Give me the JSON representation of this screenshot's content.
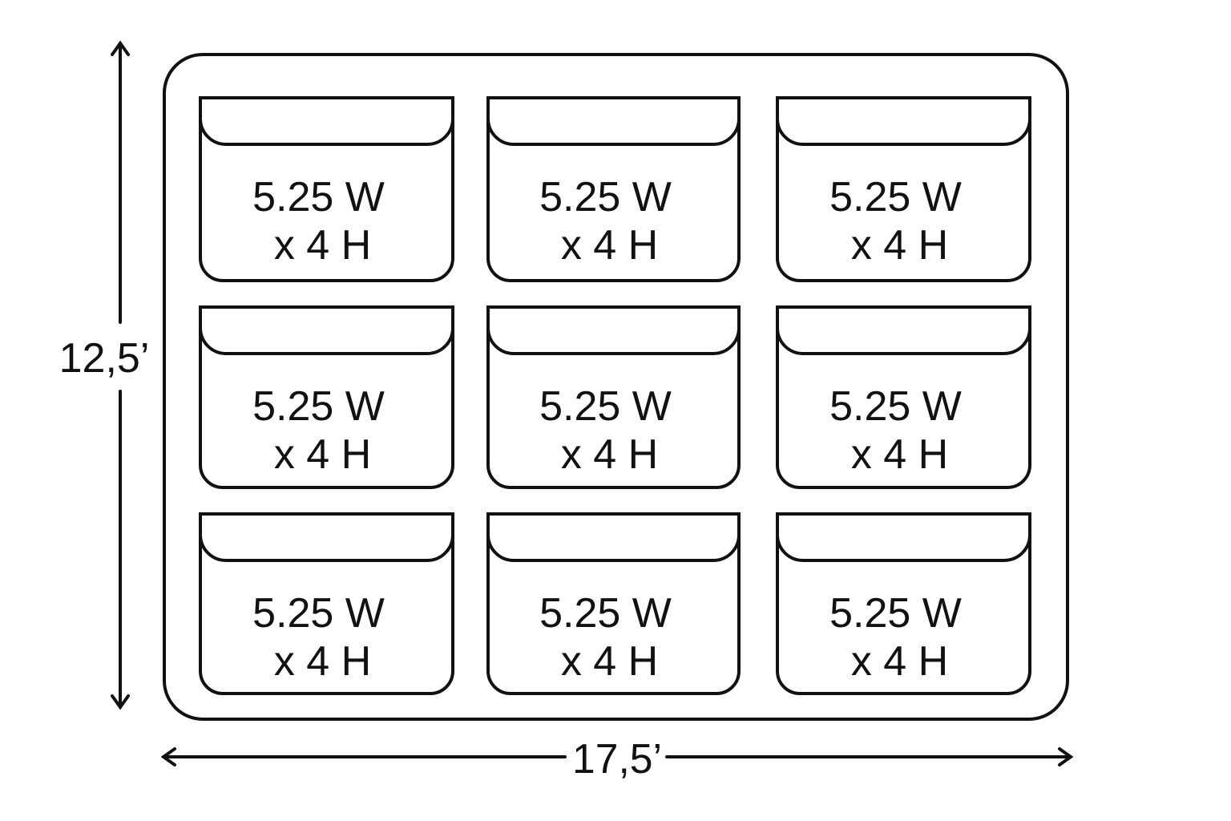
{
  "diagram": {
    "height_label": "12,5’",
    "width_label": "17,5’",
    "grid": {
      "rows": 3,
      "columns": 3
    },
    "cells": [
      {
        "line1": "5.25 W",
        "line2": "x 4 H"
      },
      {
        "line1": "5.25 W",
        "line2": "x 4 H"
      },
      {
        "line1": "5.25 W",
        "line2": "x 4 H"
      },
      {
        "line1": "5.25 W",
        "line2": "x 4 H"
      },
      {
        "line1": "5.25 W",
        "line2": "x 4 H"
      },
      {
        "line1": "5.25 W",
        "line2": "x 4 H"
      },
      {
        "line1": "5.25 W",
        "line2": "x 4 H"
      },
      {
        "line1": "5.25 W",
        "line2": "x 4 H"
      },
      {
        "line1": "5.25 W",
        "line2": "x 4 H"
      }
    ],
    "stroke_color": "#111111"
  }
}
